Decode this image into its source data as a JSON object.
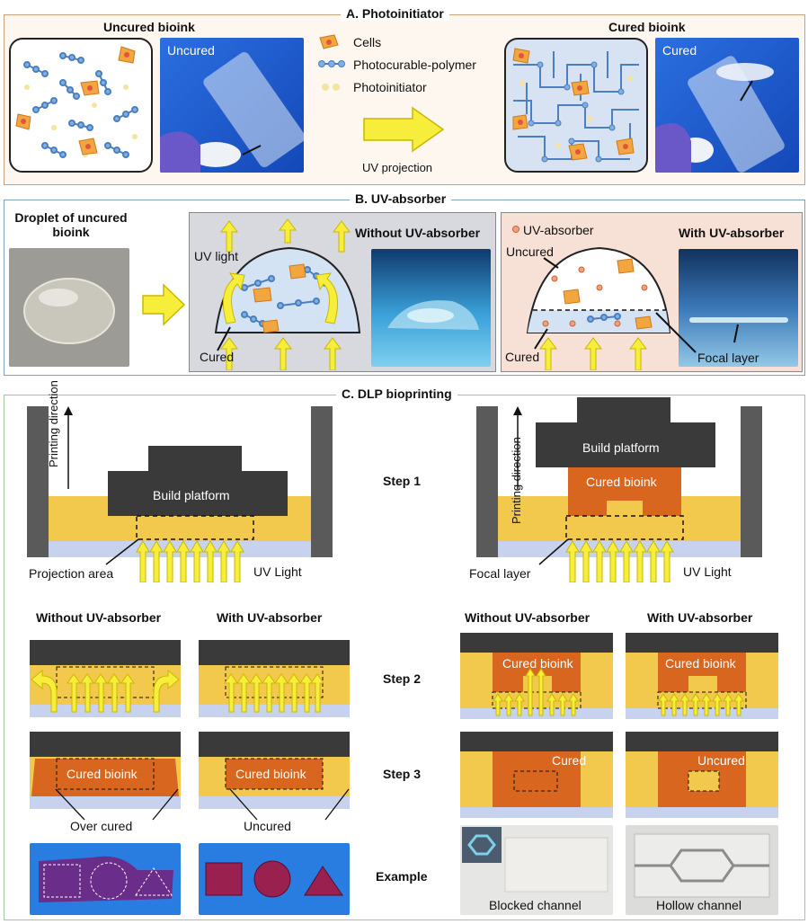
{
  "section_a": {
    "title": "A. Photoinitiator",
    "uncured_heading": "Uncured bioink",
    "cured_heading": "Cured bioink",
    "photo_uncured_tag": "Uncured",
    "photo_cured_tag": "Cured",
    "legend": [
      "Cells",
      "Photocurable-polymer",
      "Photoinitiator"
    ],
    "arrow_label": "UV projection"
  },
  "section_b": {
    "title": "B. UV-absorber",
    "droplet_label": "Droplet of uncured bioink",
    "uv_light": "UV light",
    "cured_left": "Cured",
    "without_uv": "Without UV-absorber",
    "uv_absorber_legend": "UV-absorber",
    "uncured": "Uncured",
    "cured_right": "Cured",
    "focal_layer": "Focal layer",
    "with_uv": "With UV-absorber"
  },
  "section_c": {
    "title": "C. DLP bioprinting",
    "printing_direction": "Printing direction",
    "build_platform": "Build platform",
    "projection_area": "Projection area",
    "uv_light": "UV Light",
    "focal_layer": "Focal layer",
    "cured_bioink": "Cured bioink",
    "step1": "Step 1",
    "step2": "Step 2",
    "step3": "Step 3",
    "example": "Example",
    "without_uv": "Without UV-absorber",
    "with_uv": "With UV-absorber",
    "over_cured": "Over cured",
    "uncured": "Uncured",
    "cured": "Cured",
    "blocked_channel": "Blocked channel",
    "hollow_channel": "Hollow channel"
  },
  "colors": {
    "panel_a_border": "#c9a27a",
    "panel_a_bg": "#fdf7ef",
    "panel_b_border": "#7fa0c0",
    "panel_c_border": "#9ec79e",
    "bioink_yellow": "#f2c94c",
    "platform": "#3a3a3a",
    "cured_orange": "#d8661e",
    "arrow_yellow": "#f7ee3c",
    "photo_blue": "#1f5fd6"
  }
}
